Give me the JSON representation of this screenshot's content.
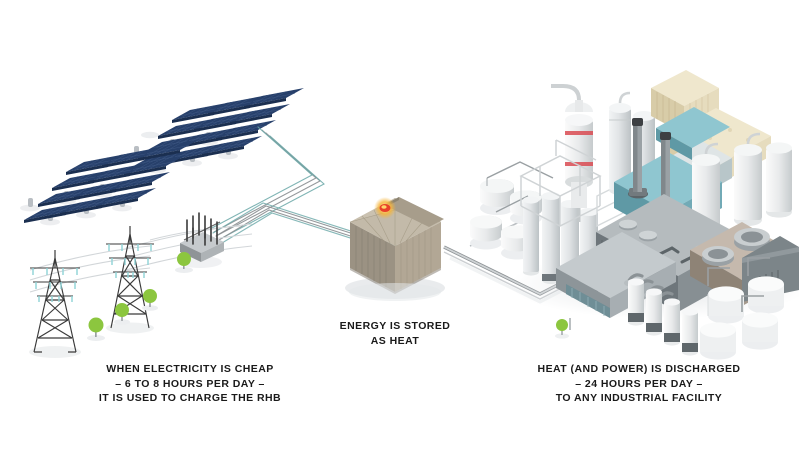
{
  "diagram": {
    "title": "Rondo Heat Battery energy flow diagram",
    "background_color": "#ffffff",
    "style": "isometric infographic"
  },
  "captions": {
    "left": {
      "name": "charge-caption",
      "lines": [
        "WHEN ELECTRICITY IS CHEAP",
        "– 6 TO 8 HOURS PER DAY –",
        "IT IS USED TO CHARGE THE RHB"
      ]
    },
    "center": {
      "name": "storage-caption",
      "lines": [
        "ENERGY IS STORED",
        "AS HEAT"
      ]
    },
    "right": {
      "name": "discharge-caption",
      "lines": [
        "HEAT (AND POWER) IS DISCHARGED",
        "– 24 HOURS PER DAY –",
        "TO ANY INDUSTRIAL FACILITY"
      ]
    }
  },
  "stages": [
    {
      "id": "generation",
      "label": "Solar photovoltaic arrays",
      "icons": [
        "solar-panel-array-icon",
        "solar-panel-array-icon"
      ],
      "panel_rows": 4,
      "panel_columns": 4
    },
    {
      "id": "transmission",
      "label": "Grid transmission towers and substation",
      "icons": [
        "transmission-tower-icon",
        "transmission-tower-icon",
        "substation-icon",
        "tree-icon"
      ],
      "tower_count": 2,
      "tree_count": 4
    },
    {
      "id": "storage",
      "label": "Rondo heat battery storage unit",
      "icons": [
        "heat-battery-icon",
        "heat-glow-icon"
      ]
    },
    {
      "id": "industry",
      "label": "Industrial facility",
      "icons": [
        "smokestack-icon",
        "storage-tank-icon",
        "turbine-icon",
        "distillation-column-icon"
      ],
      "tank_count": 9,
      "stack_count": 2
    }
  ],
  "connections": [
    {
      "id": "solar-to-substation",
      "kind": "power-cable",
      "color": "#6aa8a8"
    },
    {
      "id": "substation-to-storage",
      "kind": "power-cable",
      "color": "#6aa8a8"
    },
    {
      "id": "storage-to-industry",
      "kind": "heat-pipeline",
      "color": "#9a9a9a"
    }
  ],
  "colors": {
    "solar_panel": "#27406b",
    "solar_panel_dark": "#1b2f50",
    "solar_frame": "#c9ccd2",
    "tower": "#3a3a3a",
    "insulator": "#8fd3d8",
    "tree": "#8cc63f",
    "tree_dark": "#6fa32c",
    "cable": "#6aa8a8",
    "battery_top": "#bfb5a3",
    "battery_face_left": "#9b9283",
    "battery_face_right": "#b2a795",
    "glow_core": "#e8402a",
    "glow_halo": "#f5b53c",
    "pipe": "#a8a8a8",
    "tank_light": "#e3e5e6",
    "tank_mid": "#cfd3d5",
    "tank_dark": "#9aa0a3",
    "roof_teal": "#7cb9c4",
    "roof_teal_dark": "#5f99a5",
    "building_cream": "#e6dcbe",
    "building_cream_dark": "#cfc3a0",
    "machine_gray": "#9ea5a9",
    "machine_dark": "#6e767b",
    "stack_dark": "#3d4043",
    "red_band": "#d94b52",
    "shadow": "#e9ebec",
    "text": "#1a1a1a"
  }
}
